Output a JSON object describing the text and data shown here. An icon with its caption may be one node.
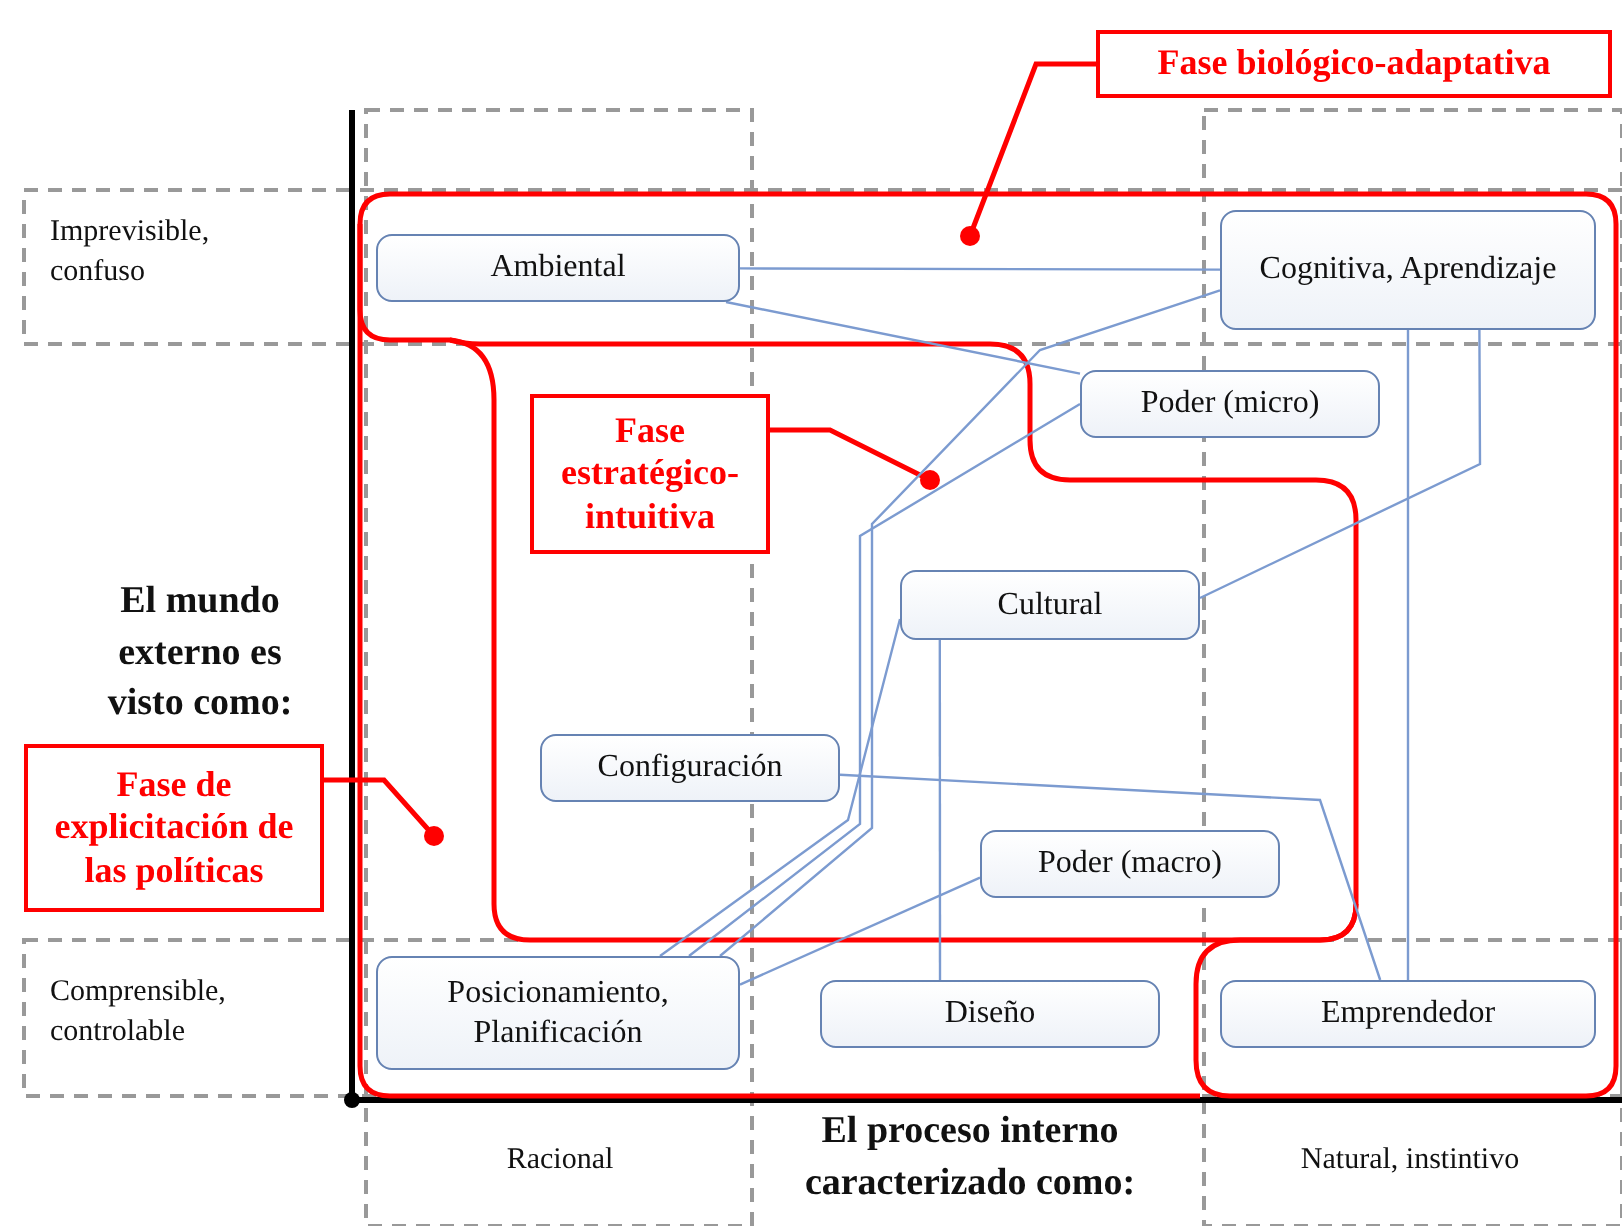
{
  "diagram": {
    "nodes": [
      {
        "text": [
          "Fase biológico-adaptativa"
        ]
      },
      {
        "text": [
          "Ambiental"
        ]
      },
      {
        "text": [
          "Cognitiva, Aprendizaje"
        ]
      },
      {
        "text": [
          "Poder (micro)"
        ]
      },
      {
        "text": [
          "Fase estratégico-intuitiva"
        ]
      },
      {
        "text": [
          "Cultural"
        ]
      },
      {
        "text": [
          "Fase de explicitación de las políticas"
        ]
      },
      {
        "text": [
          "Configuración"
        ]
      },
      {
        "text": [
          "Poder (macro)"
        ]
      },
      {
        "text": [
          "Posicionamiento, Planificación"
        ]
      },
      {
        "text": [
          "Diseño"
        ]
      },
      {
        "text": [
          "Emprendedor"
        ]
      }
    ],
    "edges": [
      {
        "from": 0,
        "to": null,
        "arrow": "other",
        "color": "#ff0000"
      },
      {
        "from": 4,
        "to": null,
        "arrow": "other",
        "color": "#ff0000"
      },
      {
        "from": 6,
        "to": null,
        "arrow": "other",
        "color": "#ff0000"
      },
      {
        "from": 1,
        "to": 2,
        "arrow": "none"
      },
      {
        "from": 1,
        "to": 3,
        "arrow": "none"
      },
      {
        "from": 9,
        "to": 2,
        "arrow": "none"
      },
      {
        "from": 9,
        "to": 3,
        "arrow": "none"
      },
      {
        "from": 9,
        "to": 5,
        "arrow": "none"
      },
      {
        "from": 5,
        "to": 2,
        "arrow": "none"
      },
      {
        "from": 9,
        "to": 8,
        "arrow": "none"
      },
      {
        "from": 5,
        "to": 10,
        "arrow": "none"
      },
      {
        "from": 7,
        "to": 11,
        "arrow": "none"
      },
      {
        "from": 2,
        "to": 11,
        "arrow": "none"
      }
    ],
    "labels": [
      "Imprevisible, confuso",
      "El mundo externo es visto como:",
      "Comprensible, controlable",
      "Racional",
      "El proceso interno caracterizado como:",
      "Natural, instintivo"
    ]
  }
}
